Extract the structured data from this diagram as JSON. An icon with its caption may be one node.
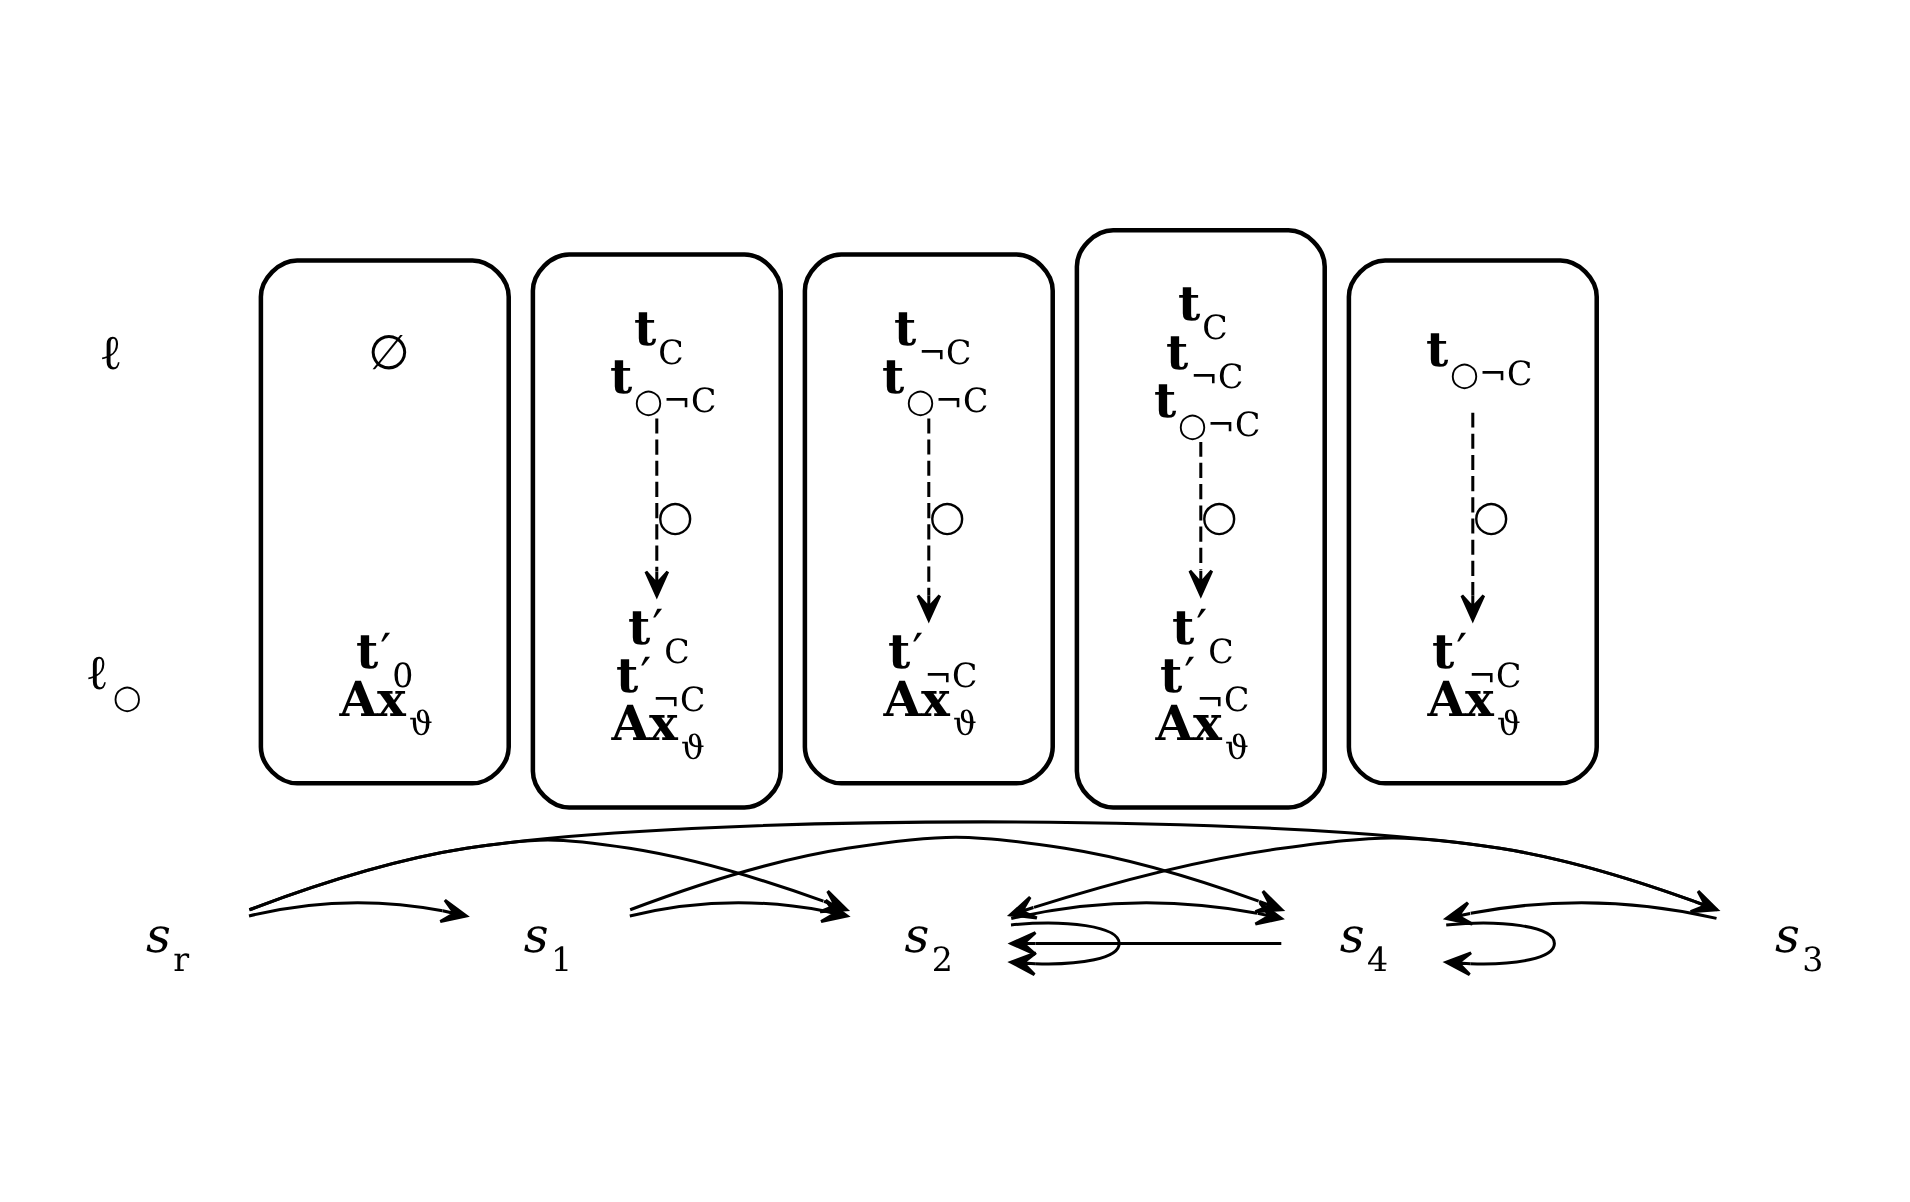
{
  "diagram": {
    "nodes": [
      {
        "text": [],
        "shape": "box"
      },
      {
        "text": [
          "∅"
        ],
        "in": 0
      },
      {
        "text": [
          "**t**′$_{0}$",
          "**Ax**$_{ϑ}$"
        ],
        "in": 0
      },
      {
        "text": [],
        "shape": "box"
      },
      {
        "text": [
          "**t**$_{C}$",
          "**t**$_{○¬C}$"
        ],
        "in": 3
      },
      {
        "text": [
          "**t**′$_{C}$",
          "**t**′$_{¬C}$",
          "**Ax**$_{ϑ}$"
        ],
        "in": 3
      },
      {
        "text": [],
        "shape": "box"
      },
      {
        "text": [
          "**t**$_{¬C}$",
          "**t**$_{○¬C}$"
        ],
        "in": 6
      },
      {
        "text": [
          "**t**′$_{¬C}$",
          "**Ax**$_{ϑ}$"
        ],
        "in": 6
      },
      {
        "text": [],
        "shape": "box"
      },
      {
        "text": [
          "**t**$_{C}$",
          "**t**$_{¬C}$",
          "**t**$_{○¬C}$"
        ],
        "in": 9
      },
      {
        "text": [
          "**t**′$_{C}$",
          "**t**′$_{¬C}$",
          "**Ax**$_{ϑ}$"
        ],
        "in": 9
      },
      {
        "text": [],
        "shape": "box"
      },
      {
        "text": [
          "**t**$_{○¬C}$"
        ],
        "in": 12
      },
      {
        "text": [
          "**t**′$_{¬C}$",
          "**Ax**$_{ϑ}$"
        ],
        "in": 12
      },
      {
        "text": [
          "*s*$_{r}$"
        ]
      },
      {
        "text": [
          "*s*$_{1}$"
        ]
      },
      {
        "text": [
          "*s*$_{2}$"
        ]
      },
      {
        "text": [
          "*s*$_{4}$"
        ]
      },
      {
        "text": [
          "*s*$_{3}$"
        ]
      }
    ],
    "edges": [
      {
        "from": 4,
        "to": 5,
        "arrow": "to",
        "style": "dashed",
        "label": "○"
      },
      {
        "from": 7,
        "to": 8,
        "arrow": "to",
        "style": "dashed",
        "label": "○"
      },
      {
        "from": 10,
        "to": 11,
        "arrow": "to",
        "style": "dashed",
        "label": "○"
      },
      {
        "from": 13,
        "to": 14,
        "arrow": "to",
        "style": "dashed",
        "label": "○"
      },
      {
        "from": 15,
        "to": 16,
        "arrow": "to"
      },
      {
        "from": 16,
        "to": 17,
        "arrow": "to"
      },
      {
        "from": 15,
        "to": 17,
        "arrow": "to"
      },
      {
        "from": 15,
        "to": 19,
        "arrow": "to"
      },
      {
        "from": 16,
        "to": 18,
        "arrow": "to"
      },
      {
        "from": 19,
        "to": 17,
        "arrow": "to"
      },
      {
        "from": 18,
        "to": 17,
        "arrow": "to"
      },
      {
        "from": 19,
        "to": 18,
        "arrow": "to"
      },
      {
        "from": 17,
        "to": 18,
        "arrow": "to"
      },
      {
        "from": 17,
        "to": 17,
        "arrow": "to"
      },
      {
        "from": 18,
        "to": 18,
        "arrow": "to"
      }
    ],
    "labels": [
      "ℓ",
      "ℓ$_{○}$"
    ]
  }
}
